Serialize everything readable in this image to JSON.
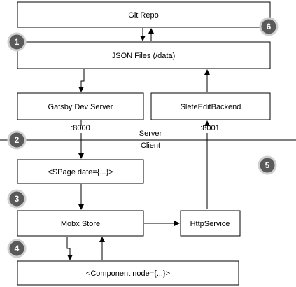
{
  "nodes": {
    "git_repo": "Git Repo",
    "json_files": "JSON Files (/data)",
    "gatsby_dev_server": "Gatsby Dev Server",
    "slete_edit_backend": "SleteEditBackend",
    "spage": "<SPage date={...}>",
    "mobx_store": "Mobx Store",
    "http_service": "HttpService",
    "component": "<Component node={...}>"
  },
  "ports": {
    "gatsby": ":8000",
    "backend": ":8001"
  },
  "divider": {
    "upper": "Server",
    "lower": "Client"
  },
  "badges": [
    "1",
    "2",
    "3",
    "4",
    "5",
    "6"
  ],
  "colors": {
    "badge_fill": "#5a5a5a",
    "badge_ring": "#d0d0d0",
    "line": "#000000"
  }
}
